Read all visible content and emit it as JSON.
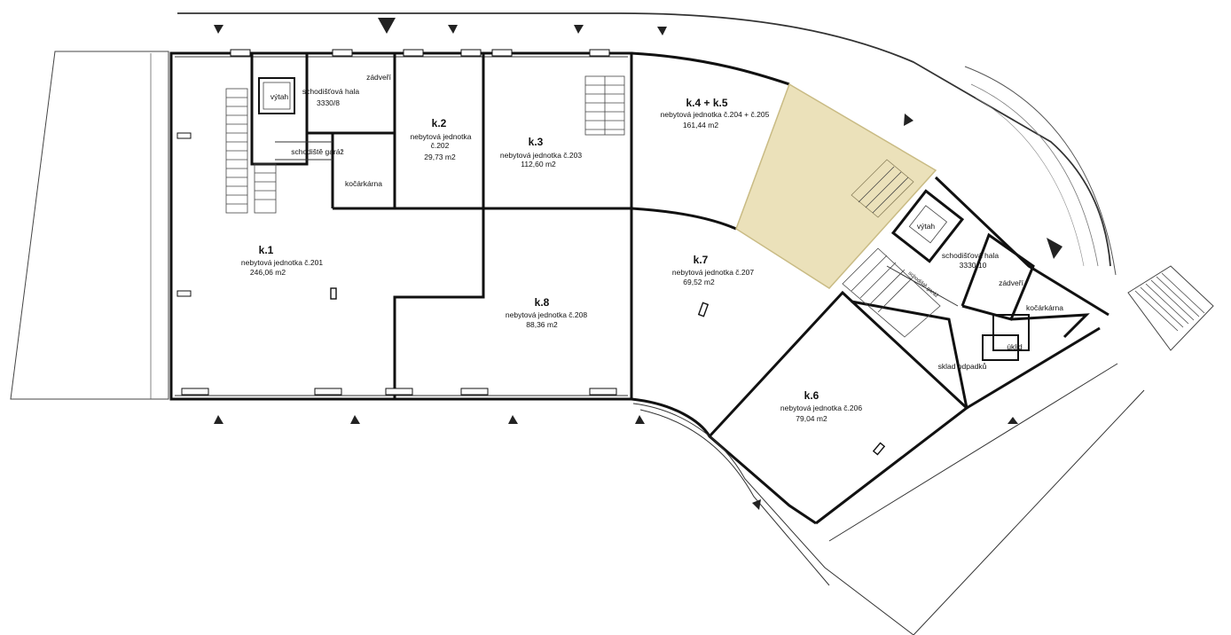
{
  "highlight_color": "#e8dcae",
  "rooms": {
    "k1": {
      "name": "k.1",
      "unit": "nebytová jednotka č.201",
      "area": "246,06 m2"
    },
    "k2": {
      "name": "k.2",
      "unit_line1": "nebytová jednotka",
      "unit_line2": "č.202",
      "area": "29,73 m2"
    },
    "k3": {
      "name": "k.3",
      "unit": "nebytová jednotka č.203",
      "area": "112,60 m2"
    },
    "k45": {
      "name": "k.4 + k.5",
      "unit": "nebytová jednotka č.204 + č.205",
      "area": "161,44 m2"
    },
    "k6": {
      "name": "k.6",
      "unit": "nebytová jednotka č.206",
      "area": "79,04 m2"
    },
    "k7": {
      "name": "k.7",
      "unit": "nebytová jednotka č.207",
      "area": "69,52 m2"
    },
    "k8": {
      "name": "k.8",
      "unit": "nebytová jednotka č.208",
      "area": "88,36 m2"
    }
  },
  "core_left": {
    "elevator": "výtah",
    "hall_line1": "schodišťová hala",
    "hall_line2": "3330/8",
    "vestibule": "zádveří",
    "stair_garage": "schodiště garáž",
    "stroller": "kočárkárna"
  },
  "core_right": {
    "elevator": "výtah",
    "hall_line1": "schodišťová hala",
    "hall_line2": "3330/10",
    "vestibule": "zádveří",
    "stair_garage": "schodiště garáž",
    "stroller": "kočárkárna",
    "cleaning": "úklid",
    "waste": "sklad odpadků"
  }
}
